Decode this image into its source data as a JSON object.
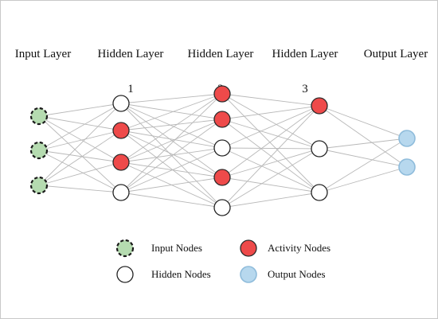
{
  "layers": [
    {
      "title": "Input Layer",
      "subtitle": "",
      "nodes": [
        "input",
        "input",
        "input"
      ]
    },
    {
      "title": "Hidden Layer",
      "subtitle": "1",
      "nodes": [
        "hidden",
        "activity",
        "activity",
        "hidden"
      ]
    },
    {
      "title": "Hidden Layer",
      "subtitle": "2",
      "nodes": [
        "activity",
        "activity",
        "hidden",
        "activity",
        "hidden"
      ]
    },
    {
      "title": "Hidden Layer",
      "subtitle": "3",
      "nodes": [
        "activity",
        "hidden",
        "hidden"
      ]
    },
    {
      "title": "Output Layer",
      "subtitle": "",
      "nodes": [
        "output",
        "output"
      ]
    }
  ],
  "legend": {
    "input": "Input Nodes",
    "hidden": "Hidden Nodes",
    "activity": "Activity Nodes",
    "output": "Output Nodes"
  },
  "colors": {
    "input_fill": "#b5dbb0",
    "input_stroke": "#1a1a1a",
    "hidden_fill": "#ffffff",
    "hidden_stroke": "#222222",
    "activity_fill": "#ee4a4a",
    "activity_stroke": "#2a2a2a",
    "output_fill": "#b7d8ee",
    "output_stroke": "#8fbcdb",
    "edge": "#b8b8b8"
  }
}
